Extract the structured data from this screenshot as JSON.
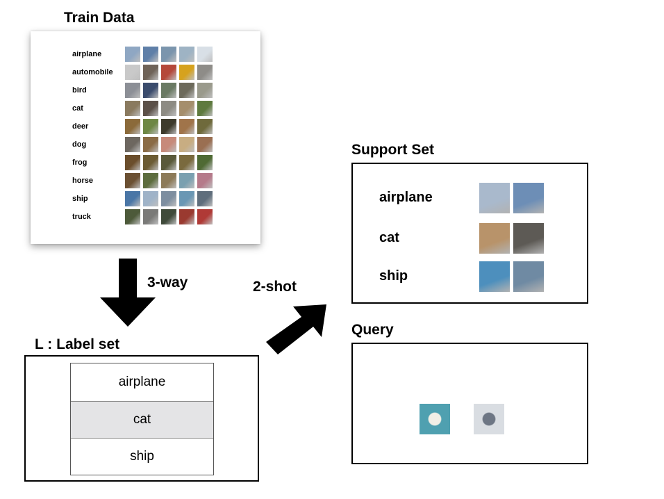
{
  "train": {
    "title": "Train Data",
    "rows": [
      {
        "label": "airplane",
        "colors": [
          "#8fa7c3",
          "#5f7fa8",
          "#7b95ad",
          "#9eb3c4",
          "#d8dfe6"
        ]
      },
      {
        "label": "automobile",
        "colors": [
          "#c9c9c9",
          "#6f6358",
          "#b5483a",
          "#d6a21e",
          "#8e8c88"
        ]
      },
      {
        "label": "bird",
        "colors": [
          "#8c8f96",
          "#3b4c6d",
          "#6a7a63",
          "#6d6a5b",
          "#9a9a8c"
        ]
      },
      {
        "label": "cat",
        "colors": [
          "#8a7a5f",
          "#5b5048",
          "#8d8b83",
          "#a58e6c",
          "#5e7a3e"
        ]
      },
      {
        "label": "deer",
        "colors": [
          "#8b6a3a",
          "#6e8744",
          "#3d3a2b",
          "#a0744a",
          "#6f6a3c"
        ]
      },
      {
        "label": "dog",
        "colors": [
          "#6d6760",
          "#8a6b45",
          "#c78a7a",
          "#c8ad82",
          "#9a6f52"
        ]
      },
      {
        "label": "frog",
        "colors": [
          "#6b4e2c",
          "#6b5b33",
          "#5a5a3a",
          "#7a6a3e",
          "#4f6a34"
        ]
      },
      {
        "label": "horse",
        "colors": [
          "#6b5032",
          "#5d6d3e",
          "#8c7a58",
          "#7aa0b0",
          "#b57a8a"
        ]
      },
      {
        "label": "ship",
        "colors": [
          "#4a76a6",
          "#9fb3c8",
          "#7d8ea0",
          "#6a97b4",
          "#5f6e7c"
        ]
      },
      {
        "label": "truck",
        "colors": [
          "#4d5a3a",
          "#7a7a78",
          "#3f4a3a",
          "#9a3a30",
          "#b03a36"
        ]
      }
    ]
  },
  "arrows": {
    "way_label": "3-way",
    "shot_label": "2-shot"
  },
  "label_set": {
    "title": "L : Label set",
    "items": [
      "airplane",
      "cat",
      "ship"
    ],
    "highlight_color": "#e4e4e6"
  },
  "support_set": {
    "title": "Support Set",
    "rows": [
      {
        "label": "airplane",
        "colors": [
          "#a9b9cc",
          "#6d8eb6"
        ]
      },
      {
        "label": "cat",
        "colors": [
          "#b8936a",
          "#5d5a55"
        ]
      },
      {
        "label": "ship",
        "colors": [
          "#4d8fbd",
          "#6f8aa3"
        ]
      }
    ]
  },
  "query": {
    "title": "Query",
    "colors": [
      "#4fa0b0",
      "#d9dde2"
    ],
    "accents": [
      "#f2efe6",
      "#6d7684"
    ]
  }
}
